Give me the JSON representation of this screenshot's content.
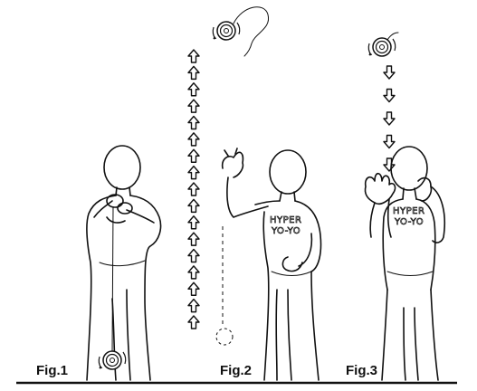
{
  "figures": {
    "fig1": {
      "label": "Fig.1"
    },
    "fig2": {
      "label": "Fig.2",
      "shirt_line1": "HYPER",
      "shirt_line2": "YO-YO"
    },
    "fig3": {
      "label": "Fig.3",
      "shirt_line1": "HYPER",
      "shirt_line2": "YO-YO"
    }
  },
  "arrows": {
    "fig2_direction": "up",
    "fig2_count": 17,
    "fig3_direction": "down",
    "fig3_count": 5
  },
  "colors": {
    "line": "#111111",
    "background": "#ffffff"
  },
  "icons": {
    "yoyo": "spinning-yoyo-icon",
    "arrow_up": "up-arrow-icon",
    "arrow_down": "down-arrow-icon"
  }
}
